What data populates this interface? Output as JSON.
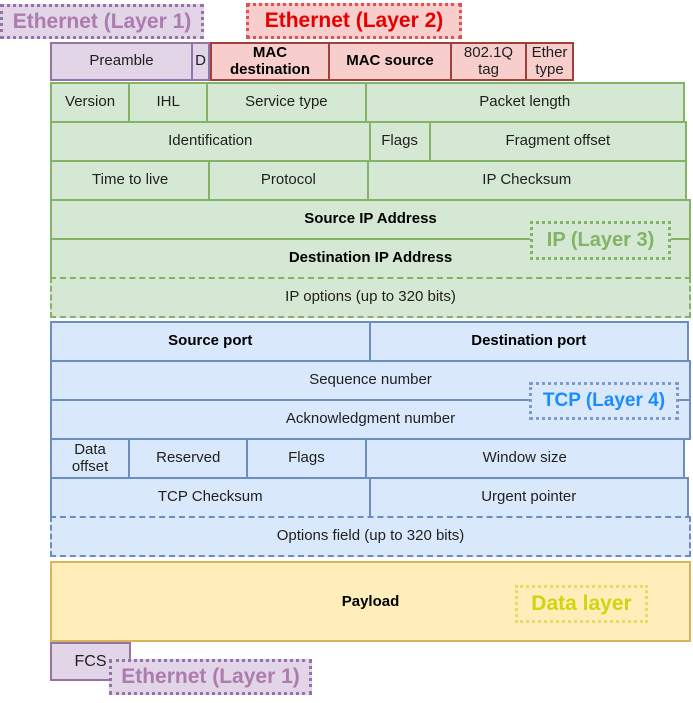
{
  "layer_labels": {
    "ethernet_top": "Ethernet (Layer 1)",
    "ethernet2": "Ethernet (Layer 2)",
    "ip": "IP (Layer 3)",
    "tcp": "TCP (Layer 4)",
    "data": "Data layer",
    "ethernet_bottom": "Ethernet (Layer 1)"
  },
  "colors": {
    "purple_fill": "#e1d5e7",
    "purple_stroke": "#9673a6",
    "purple_text": "#ad7bad",
    "red_fill": "#f8cecc",
    "red_stroke": "#a0403c",
    "red_label_text": "#e60000",
    "green_fill": "#d5e8d4",
    "green_stroke": "#82b366",
    "blue_fill": "#dae8fc",
    "blue_stroke": "#6c8ebf",
    "blue_label_text": "#1a8cff",
    "yellow_fill": "#ffeeba",
    "yellow_stroke": "#d6b656",
    "data_label_text": "#d2d40e"
  },
  "ethernet_header": {
    "purple_rows": [
      {
        "cells": [
          {
            "label": "Preamble",
            "px": 143
          },
          {
            "label": "D",
            "px": 19
          }
        ]
      }
    ],
    "red_rows": [
      {
        "cells": [
          {
            "label": "MAC destination",
            "px": 120,
            "bold": true
          },
          {
            "label": "MAC source",
            "px": 124,
            "bold": true
          },
          {
            "label": "802.1Q tag",
            "px": 77
          },
          {
            "label": "Ether type",
            "px": 49
          }
        ]
      }
    ]
  },
  "ip_section": {
    "rows": [
      {
        "cells": [
          {
            "label": "Version",
            "w": 12.5
          },
          {
            "label": "IHL",
            "w": 12.5
          },
          {
            "label": "Service type",
            "w": 25
          },
          {
            "label": "Packet length",
            "w": 50
          }
        ]
      },
      {
        "cells": [
          {
            "label": "Identification",
            "w": 50
          },
          {
            "label": "Flags",
            "w": 9.7
          },
          {
            "label": "Fragment offset",
            "w": 40.3
          }
        ]
      },
      {
        "cells": [
          {
            "label": "Time to live",
            "w": 25
          },
          {
            "label": "Protocol",
            "w": 25
          },
          {
            "label": "IP Checksum",
            "w": 50
          }
        ]
      },
      {
        "cells": [
          {
            "label": "Source IP Address",
            "w": 100,
            "bold": true
          }
        ]
      },
      {
        "cells": [
          {
            "label": "Destination IP Address",
            "w": 100,
            "bold": true
          }
        ]
      },
      {
        "dashed": true,
        "cells": [
          {
            "label": "IP options (up to 320 bits)",
            "w": 100
          }
        ]
      }
    ]
  },
  "tcp_section": {
    "rows": [
      {
        "cells": [
          {
            "label": "Source port",
            "w": 50,
            "bold": true
          },
          {
            "label": "Destination port",
            "w": 50,
            "bold": true
          }
        ]
      },
      {
        "cells": [
          {
            "label": "Sequence number",
            "w": 100
          }
        ]
      },
      {
        "cells": [
          {
            "label": "Acknowledgment number",
            "w": 100
          }
        ]
      },
      {
        "cells": [
          {
            "label": "Data offset",
            "w": 12.5
          },
          {
            "label": "Reserved",
            "w": 18.75
          },
          {
            "label": "Flags",
            "w": 18.75
          },
          {
            "label": "Window size",
            "w": 50
          }
        ]
      },
      {
        "cells": [
          {
            "label": "TCP Checksum",
            "w": 50
          },
          {
            "label": "Urgent pointer",
            "w": 50
          }
        ]
      },
      {
        "dashed": true,
        "cells": [
          {
            "label": "Options field (up to 320 bits)",
            "w": 100
          }
        ]
      }
    ]
  },
  "payload": {
    "label": "Payload"
  },
  "fcs": {
    "label": "FCS"
  }
}
